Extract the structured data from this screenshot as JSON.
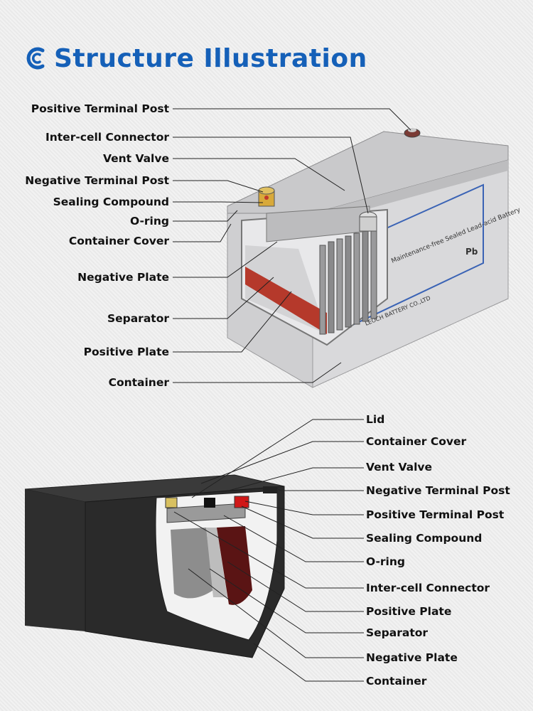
{
  "title": "Structure Illustration",
  "top_diagram": {
    "labels": [
      "Positive Terminal Post",
      "Inter-cell Connector",
      "Vent Valve",
      "Negative Terminal Post",
      "Sealing Compound",
      "O-ring",
      "Container Cover",
      "Negative Plate",
      "Separator",
      "Positive Plate",
      "Container"
    ],
    "battery_print": {
      "brand_line": "LEOCH BATTERY CO.,LTD",
      "type_line": "Maintenance-free Sealed Lead-acid Battery",
      "recycle_label": "Pb"
    }
  },
  "bottom_diagram": {
    "labels": [
      "Lid",
      "Container Cover",
      "Vent Valve",
      "Negative Terminal Post",
      "Positive Terminal Post",
      "Sealing Compound",
      "O-ring",
      "Inter-cell Connector",
      "Positive Plate",
      "Separator",
      "Negative Plate",
      "Container"
    ]
  },
  "colors": {
    "title_blue": "#1560b8",
    "battery_gray": "#d7d7d9",
    "battery_black": "#2a2a2a",
    "plate_red": "#b5392b"
  }
}
